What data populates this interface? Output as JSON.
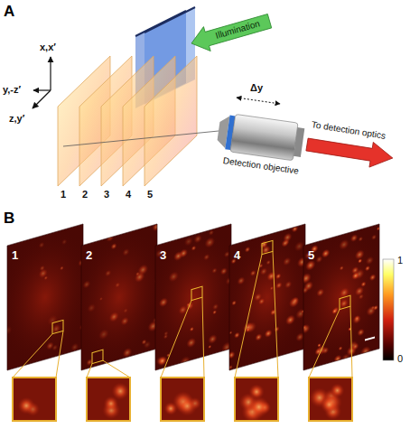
{
  "diagram": {
    "labels": [
      "A",
      "Illumination",
      "x,x′",
      "y,-z′",
      "z,y′",
      "1",
      "2",
      "3",
      "4",
      "5",
      "Δy",
      "Detection objective",
      "To detection optics",
      "B",
      "1",
      "2",
      "3",
      "4",
      "5",
      "1",
      "0"
    ]
  }
}
